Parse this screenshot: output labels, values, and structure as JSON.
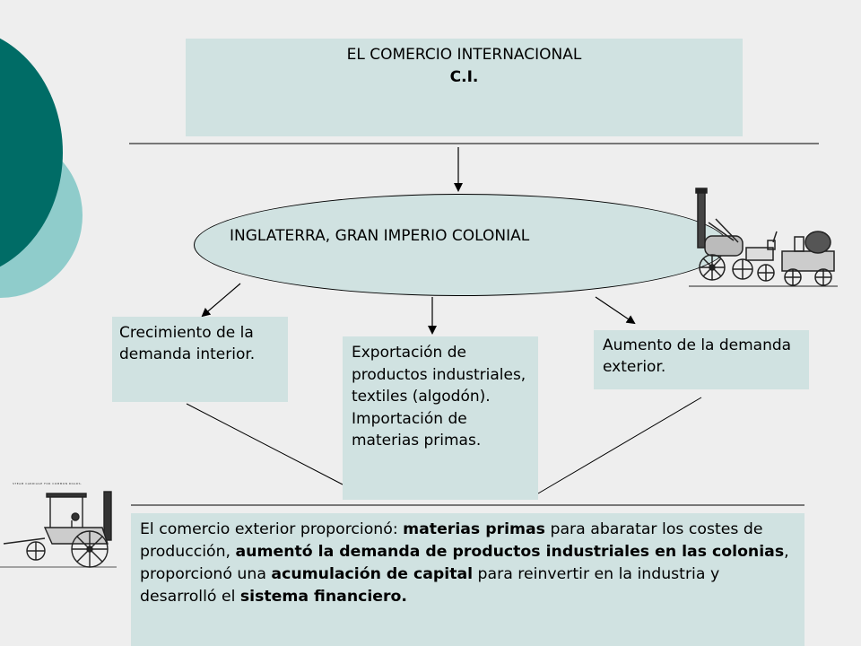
{
  "header": {
    "title": "EL COMERCIO INTERNACIONAL",
    "subtitle": "C.I."
  },
  "center": {
    "label": "INGLATERRA, GRAN IMPERIO COLONIAL"
  },
  "branches": {
    "left": "Crecimiento de la demanda interior.",
    "middle": "Exportación de productos industriales, textiles (algodón). Importación de materias primas.",
    "right": "Aumento de la demanda exterior."
  },
  "conclusion": {
    "t1": "El comercio exterior proporcionó: ",
    "b1": "materias primas",
    "t2": " para abaratar los costes de producción, ",
    "b2": "aumentó la demanda de productos industriales en las colonias",
    "t3": ", proporcionó una ",
    "b3": "acumulación de capital",
    "t4": " para reinvertir en la industria y desarrolló el ",
    "b4": "sistema financiero."
  },
  "illustrations": {
    "locomotive": "locomotive-illustration",
    "carriage_caption": "STEAM CARRIAGE FOR COMMON ROADS.",
    "carriage": "steam-carriage-illustration"
  },
  "colors": {
    "background": "#eeeeee",
    "box_fill": "#d0e2e1",
    "teal_dark": "#006c66",
    "teal_light": "#8fcccb"
  }
}
